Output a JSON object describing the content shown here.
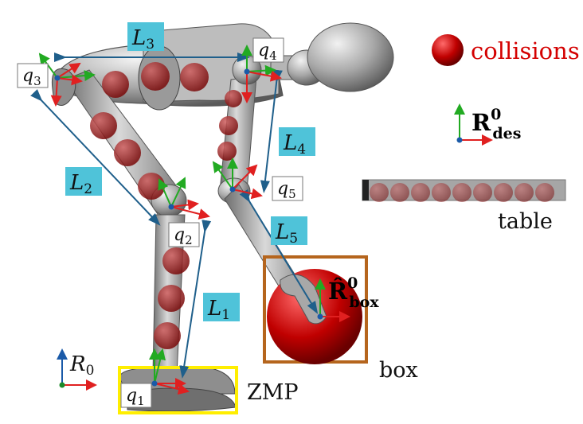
{
  "colors": {
    "link_label_bg": "#4fc3d9",
    "collision": "#d40000",
    "zmp_box": "#ffee00",
    "object_box": "#b5651d",
    "axis_x": "#e02020",
    "axis_y": "#22aa22",
    "axis_z": "#1a5aa8",
    "link_line": "#1f5f8b"
  },
  "links": {
    "l1": {
      "base": "L",
      "sub": "1"
    },
    "l2": {
      "base": "L",
      "sub": "2"
    },
    "l3": {
      "base": "L",
      "sub": "3"
    },
    "l4": {
      "base": "L",
      "sub": "4"
    },
    "l5": {
      "base": "L",
      "sub": "5"
    }
  },
  "joints": {
    "q1": {
      "base": "q",
      "sub": "1"
    },
    "q2": {
      "base": "q",
      "sub": "2"
    },
    "q3": {
      "base": "q",
      "sub": "3"
    },
    "q4": {
      "base": "q",
      "sub": "4"
    },
    "q5": {
      "base": "q",
      "sub": "5"
    }
  },
  "frames": {
    "world": {
      "base": "R",
      "sub": "0"
    },
    "desired": {
      "base": "R",
      "sup": "0",
      "sub": "des"
    },
    "box_est": {
      "base": "R̂",
      "sup": "0",
      "sub": "box"
    }
  },
  "labels": {
    "collisions": "collisions",
    "table": "table",
    "box": "box",
    "zmp": "ZMP"
  },
  "icons": {
    "collision_legend": "red-sphere-icon",
    "frame": "coordinate-frame-icon"
  }
}
